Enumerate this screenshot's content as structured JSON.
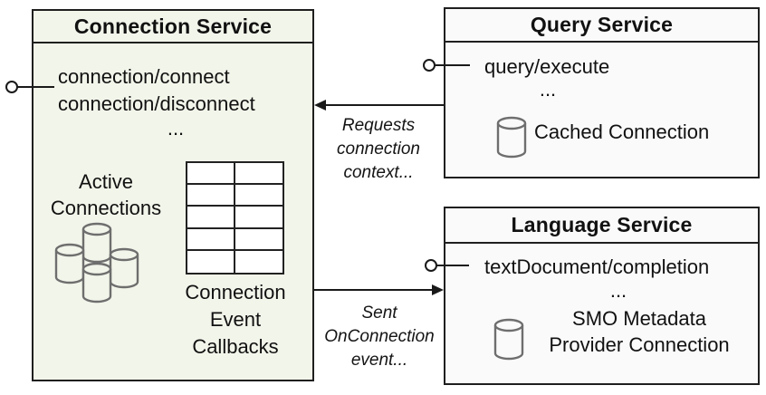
{
  "services": {
    "connection": {
      "title": "Connection Service",
      "methods": [
        "connection/connect",
        "connection/disconnect",
        "..."
      ],
      "active_connections": [
        "Active",
        "Connections"
      ],
      "callbacks": [
        "Connection",
        "Event",
        "Callbacks"
      ]
    },
    "query": {
      "title": "Query Service",
      "method": "query/execute",
      "ellipsis": "...",
      "cached_connection": "Cached Connection"
    },
    "language": {
      "title": "Language Service",
      "method": "textDocument/completion",
      "ellipsis": "...",
      "smo": [
        "SMO Metadata",
        "Provider Connection"
      ]
    }
  },
  "arrows": {
    "requests": [
      "Requests",
      "connection",
      "context..."
    ],
    "sent": [
      "Sent",
      "OnConnection",
      "event..."
    ]
  },
  "colors": {
    "connection_box_fill": "#f2f5ea",
    "service_box_fill": "#fafafa",
    "border": "#1f1f1f",
    "icon_stroke": "#6e6e6e",
    "text": "#111111"
  }
}
